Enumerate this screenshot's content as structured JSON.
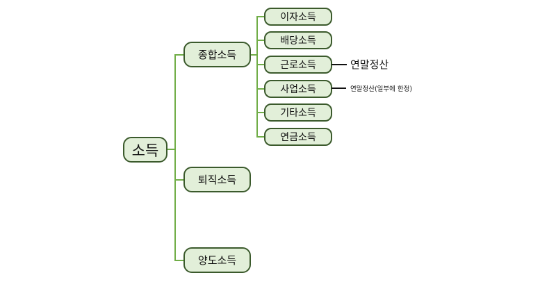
{
  "root": {
    "label": "소득"
  },
  "level1": [
    {
      "label": "종합소득"
    },
    {
      "label": "퇴직소득"
    },
    {
      "label": "양도소득"
    }
  ],
  "level2": [
    {
      "label": "이자소득"
    },
    {
      "label": "배당소득"
    },
    {
      "label": "근로소득"
    },
    {
      "label": "사업소득"
    },
    {
      "label": "기타소득"
    },
    {
      "label": "연금소득"
    }
  ],
  "notes": {
    "labor": "연말정산",
    "business": "연말정산(일부에 한정)"
  }
}
